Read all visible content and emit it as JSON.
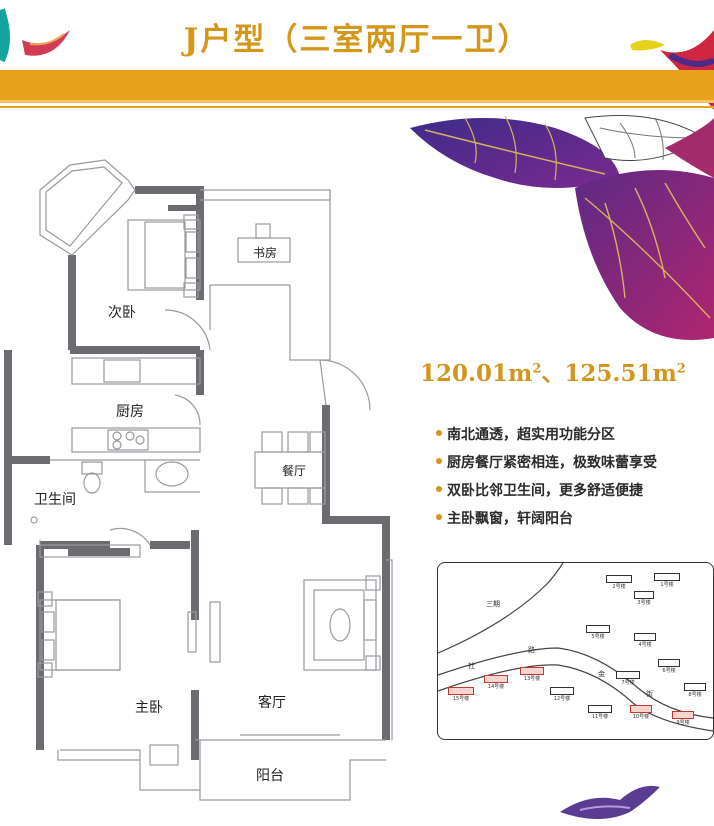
{
  "header": {
    "title": "J户型（三室两厅一卫）"
  },
  "area": {
    "size1": "120.01m",
    "size2": "125.51m",
    "sup": "2",
    "sep": "、"
  },
  "features": [
    "南北通透，超实用功能分区",
    "厨房餐厅紧密相连，极致味蕾享受",
    "双卧比邻卫生间，更多舒适便捷",
    "主卧飘窗，轩阔阳台"
  ],
  "rooms": {
    "second_bedroom": "次卧",
    "study": "书房",
    "kitchen": "厨房",
    "dining": "餐厅",
    "bathroom": "卫生间",
    "master_bedroom": "主卧",
    "living_room": "客厅",
    "balcony": "阳台"
  },
  "sitemap": {
    "phase": "三期",
    "road": [
      "社",
      "路",
      "金",
      "街"
    ],
    "buildings": [
      {
        "label": "1号楼",
        "highlight": false
      },
      {
        "label": "2号楼",
        "highlight": false
      },
      {
        "label": "3号楼",
        "highlight": false
      },
      {
        "label": "4号楼",
        "highlight": false
      },
      {
        "label": "5号楼",
        "highlight": false
      },
      {
        "label": "6号楼",
        "highlight": false
      },
      {
        "label": "7号楼",
        "highlight": false
      },
      {
        "label": "8号楼",
        "highlight": false
      },
      {
        "label": "9号楼",
        "highlight": true
      },
      {
        "label": "10号楼",
        "highlight": true
      },
      {
        "label": "11号楼",
        "highlight": false
      },
      {
        "label": "12号楼",
        "highlight": false
      },
      {
        "label": "13号楼",
        "highlight": true
      },
      {
        "label": "14号楼",
        "highlight": true
      },
      {
        "label": "15号楼",
        "highlight": true
      }
    ]
  },
  "colors": {
    "gold": "#d4971a",
    "band": "#e8a11c",
    "wall": "#6b6b70",
    "purple": "#5b2a86",
    "magenta": "#a8246e",
    "highlight": "#c0392b"
  }
}
